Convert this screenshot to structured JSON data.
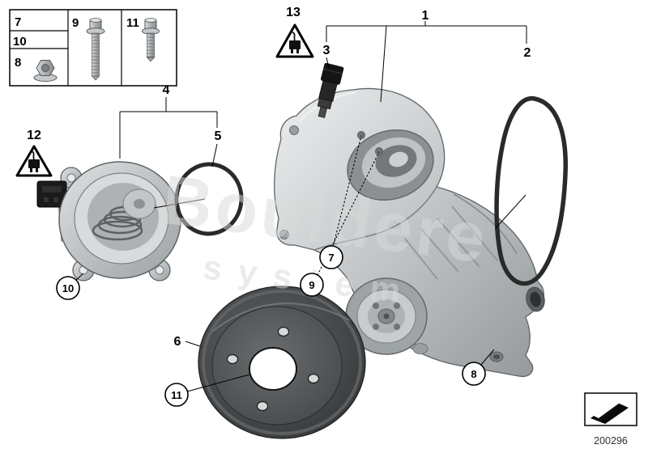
{
  "fastener_box": {
    "label_7": "7",
    "label_10": "10",
    "label_8": "8",
    "label_9": "9",
    "label_11": "11"
  },
  "part_labels": {
    "p1": "1",
    "p2": "2",
    "p3": "3",
    "p4": "4",
    "p5": "5",
    "p6": "6",
    "p12": "12",
    "p13": "13"
  },
  "callouts": {
    "p7": "7",
    "p8": "8",
    "p9": "9",
    "p10": "10",
    "p11": "11"
  },
  "watermark": {
    "word": "Bouldere",
    "word2": "system"
  },
  "footer": {
    "diagram_number": "200296"
  },
  "colors": {
    "line": "#000000",
    "metal_light": "#eceeef",
    "metal_dark": "#8d9193",
    "pulley_dark": "#3a3c3e",
    "seal": "#2a2a2a",
    "warning_fill": "#ffffff"
  }
}
